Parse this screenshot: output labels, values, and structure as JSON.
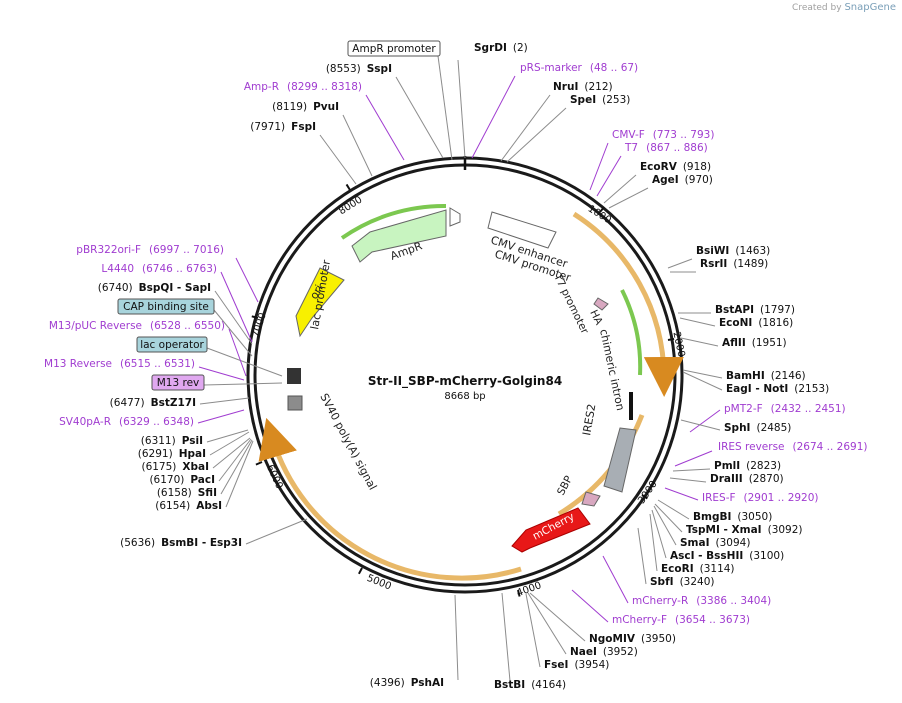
{
  "credit": {
    "prefix": "Created by",
    "brand": "SnapGene"
  },
  "plasmid": {
    "name": "Str-II_SBP-mCherry-Golgin84",
    "length_label": "8668 bp",
    "length": 8668
  },
  "ticks": [
    "1000",
    "2000",
    "3000",
    "4000",
    "5000",
    "6000",
    "7000",
    "8000"
  ],
  "sites": [
    {
      "name": "SgrDI",
      "pos": "(2)",
      "kind": "enzyme"
    },
    {
      "name": "pRS-marker",
      "pos": "(48 .. 67)",
      "kind": "primer"
    },
    {
      "name": "NruI",
      "pos": "(212)",
      "kind": "enzyme"
    },
    {
      "name": "SpeI",
      "pos": "(253)",
      "kind": "enzyme"
    },
    {
      "name": "CMV-F",
      "pos": "(773 .. 793)",
      "kind": "primer"
    },
    {
      "name": "T7",
      "pos": "(867 .. 886)",
      "kind": "primer"
    },
    {
      "name": "EcoRV",
      "pos": "(918)",
      "kind": "enzyme"
    },
    {
      "name": "AgeI",
      "pos": "(970)",
      "kind": "enzyme"
    },
    {
      "name": "BsiWI",
      "pos": "(1463)",
      "kind": "enzyme"
    },
    {
      "name": "RsrII",
      "pos": "(1489)",
      "kind": "enzyme"
    },
    {
      "name": "BstAPI",
      "pos": "(1797)",
      "kind": "enzyme"
    },
    {
      "name": "EcoNI",
      "pos": "(1816)",
      "kind": "enzyme"
    },
    {
      "name": "AflII",
      "pos": "(1951)",
      "kind": "enzyme"
    },
    {
      "name": "BamHI",
      "pos": "(2146)",
      "kind": "enzyme"
    },
    {
      "name": "EagI - NotI",
      "pos": "(2153)",
      "kind": "enzyme"
    },
    {
      "name": "pMT2-F",
      "pos": "(2432 .. 2451)",
      "kind": "primer"
    },
    {
      "name": "SphI",
      "pos": "(2485)",
      "kind": "enzyme"
    },
    {
      "name": "IRES reverse",
      "pos": "(2674 .. 2691)",
      "kind": "primer"
    },
    {
      "name": "PmlI",
      "pos": "(2823)",
      "kind": "enzyme"
    },
    {
      "name": "DraIII",
      "pos": "(2870)",
      "kind": "enzyme"
    },
    {
      "name": "IRES-F",
      "pos": "(2901 .. 2920)",
      "kind": "primer"
    },
    {
      "name": "BmgBI",
      "pos": "(3050)",
      "kind": "enzyme"
    },
    {
      "name": "TspMI - XmaI",
      "pos": "(3092)",
      "kind": "enzyme"
    },
    {
      "name": "SmaI",
      "pos": "(3094)",
      "kind": "enzyme"
    },
    {
      "name": "AscI - BssHII",
      "pos": "(3100)",
      "kind": "enzyme"
    },
    {
      "name": "EcoRI",
      "pos": "(3114)",
      "kind": "enzyme"
    },
    {
      "name": "SbfI",
      "pos": "(3240)",
      "kind": "enzyme"
    },
    {
      "name": "mCherry-R",
      "pos": "(3386 .. 3404)",
      "kind": "primer"
    },
    {
      "name": "mCherry-F",
      "pos": "(3654 .. 3673)",
      "kind": "primer"
    },
    {
      "name": "NgoMIV",
      "pos": "(3950)",
      "kind": "enzyme"
    },
    {
      "name": "NaeI",
      "pos": "(3952)",
      "kind": "enzyme"
    },
    {
      "name": "FseI",
      "pos": "(3954)",
      "kind": "enzyme"
    },
    {
      "name": "BstBI",
      "pos": "(4164)",
      "kind": "enzyme"
    },
    {
      "name": "PshAI",
      "pos": "(4396)",
      "kind": "enzyme"
    },
    {
      "name": "BsmBI - Esp3I",
      "pos": "(5636)",
      "kind": "enzyme"
    },
    {
      "name": "AbsI",
      "pos": "(6154)",
      "kind": "enzyme"
    },
    {
      "name": "SfiI",
      "pos": "(6158)",
      "kind": "enzyme"
    },
    {
      "name": "PacI",
      "pos": "(6170)",
      "kind": "enzyme"
    },
    {
      "name": "XbaI",
      "pos": "(6175)",
      "kind": "enzyme"
    },
    {
      "name": "HpaI",
      "pos": "(6291)",
      "kind": "enzyme"
    },
    {
      "name": "PsiI",
      "pos": "(6311)",
      "kind": "enzyme"
    },
    {
      "name": "SV40pA-R",
      "pos": "(6329 .. 6348)",
      "kind": "primer"
    },
    {
      "name": "BstZ17I",
      "pos": "(6477)",
      "kind": "enzyme"
    },
    {
      "name": "M13 rev",
      "pos": "",
      "kind": "feature-box"
    },
    {
      "name": "M13 Reverse",
      "pos": "(6515 .. 6531)",
      "kind": "primer"
    },
    {
      "name": "lac operator",
      "pos": "",
      "kind": "feature-box"
    },
    {
      "name": "M13/pUC Reverse",
      "pos": "(6528 .. 6550)",
      "kind": "primer"
    },
    {
      "name": "CAP binding site",
      "pos": "",
      "kind": "feature-box"
    },
    {
      "name": "BspQI - SapI",
      "pos": "(6740)",
      "kind": "enzyme"
    },
    {
      "name": "L4440",
      "pos": "(6746 .. 6763)",
      "kind": "primer"
    },
    {
      "name": "pBR322ori-F",
      "pos": "(6997 .. 7016)",
      "kind": "primer"
    },
    {
      "name": "FspI",
      "pos": "(7971)",
      "kind": "enzyme"
    },
    {
      "name": "PvuI",
      "pos": "(8119)",
      "kind": "enzyme"
    },
    {
      "name": "Amp-R",
      "pos": "(8299 .. 8318)",
      "kind": "primer"
    },
    {
      "name": "SspI",
      "pos": "(8553)",
      "kind": "enzyme"
    },
    {
      "name": "AmpR promoter",
      "pos": "",
      "kind": "feature-box"
    }
  ],
  "features": [
    {
      "name": "CMV enhancer"
    },
    {
      "name": "CMV promoter"
    },
    {
      "name": "T7 promoter"
    },
    {
      "name": "HA"
    },
    {
      "name": "chimeric intron"
    },
    {
      "name": "IRES2"
    },
    {
      "name": "SBP"
    },
    {
      "name": "mCherry"
    },
    {
      "name": "SV40 poly(A) signal"
    },
    {
      "name": "lac promoter"
    },
    {
      "name": "ori"
    },
    {
      "name": "AmpR"
    }
  ],
  "colors": {
    "enzyme_text": "#111111",
    "primer_text": "#a03cd0",
    "leader": "#8c8c8c",
    "orange_arc": "#e8a848",
    "green_arc": "#7cc850",
    "mcherry": "#e81818",
    "ori": "#f8f000",
    "ampr_fill": "#c8f4c0",
    "ires": "#a8aeb4",
    "sbp": "#d8a8c0",
    "box_teal": "#a8d4dc",
    "box_purple": "#e0a8f0"
  }
}
